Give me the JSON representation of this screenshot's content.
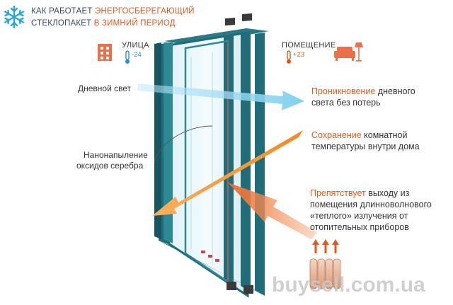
{
  "header": {
    "line1_dark": "КАК РАБОТАЕТ ",
    "line1_accent": "ЭНЕРГОСБЕРЕГАЮЩИЙ",
    "line2_dark": "СТЕКЛОПАКЕТ ",
    "line2_accent": "В ЗИМНИЙ ПЕРИОД"
  },
  "outside": {
    "label": "УЛИЦА",
    "temp": "-24"
  },
  "inside": {
    "label": "ПОМЕЩЕНИЕ",
    "temp": "+23"
  },
  "left_labels": {
    "daylight": "Дневной свет",
    "coating_line1": "Нанонапыление",
    "coating_line2": "оксидов серебра"
  },
  "right_labels": {
    "penetration_accent": "Проникновение",
    "penetration_rest1": " дневного",
    "penetration_line2": "света без потерь",
    "preservation_accent": "Сохранение",
    "preservation_rest1": " комнатной",
    "preservation_line2": "температуры внутри дома",
    "prevents_accent": "Препятствует",
    "prevents_rest1": " выходу из",
    "prevents_line2": "помещения длинноволнового",
    "prevents_line3": "«теплого» излучения от",
    "prevents_line4": "отопительных приборов"
  },
  "watermark": "buysell.com.ua",
  "colors": {
    "accent": "#e05a1e",
    "frame": "#1e6d78",
    "daylight_arrow": "#7fd0ee",
    "warm_arrow": "#f08a2a",
    "snowflake": "#2aa7d6",
    "thermo_cold": "#2a8fd6",
    "thermo_warm": "#e05a1e"
  }
}
